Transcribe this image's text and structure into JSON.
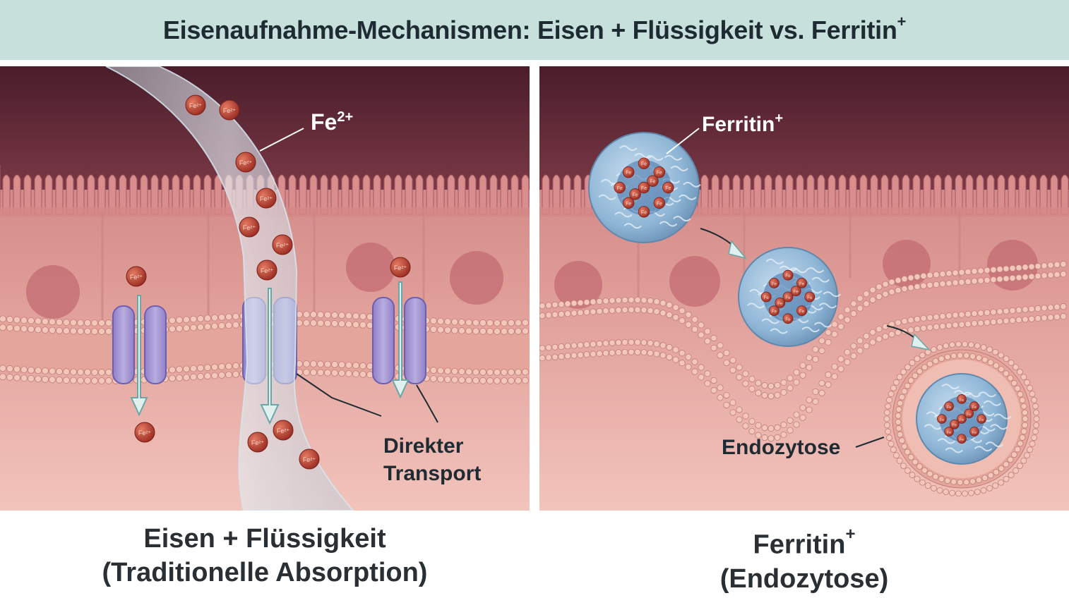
{
  "header": {
    "title": "Eisenaufnahme-Mechanismen:  Eisen + Flüssigkeit vs. Ferritin",
    "title_sup": "+"
  },
  "left_panel": {
    "label_fe": "Fe",
    "label_fe_sup": "2+",
    "label_transport_line1": "Direkter",
    "label_transport_line2": "Transport",
    "particle_text": "Fe²⁺",
    "caption_line1": "Eisen + Flüssigkeit",
    "caption_line2": "(Traditionelle Absorption)"
  },
  "right_panel": {
    "label_ferritin": "Ferritin",
    "label_ferritin_sup": "+",
    "label_endocytosis": "Endozytose",
    "particle_text": "Fe",
    "caption_line1": "Ferritin",
    "caption_line1_sup": "+",
    "caption_line2": "(Endozytose)"
  },
  "colors": {
    "title_bg": "#c7e0dc",
    "lumen": "#5a2634",
    "tissue": "#e9a9a1",
    "membrane_bead": "#f1c2b6",
    "transporter": "#a99bd6",
    "iron_particle": "#c0412f",
    "ferritin_shell": "#8fb6d6",
    "arrow": "#dff0ee"
  }
}
